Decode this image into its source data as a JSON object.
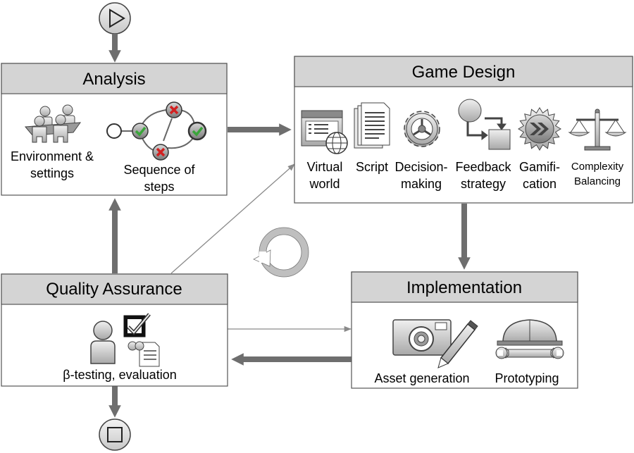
{
  "analysis": {
    "title": "Analysis",
    "env_line1": "Environment &",
    "env_line2": "settings",
    "seq_line1": "Sequence of",
    "seq_line2": "steps"
  },
  "game_design": {
    "title": "Game Design",
    "items": [
      {
        "line1": "Virtual",
        "line2": "world",
        "icon": "virtual-world-icon"
      },
      {
        "line1": "Script",
        "line2": "",
        "icon": "script-icon"
      },
      {
        "line1": "Decision-",
        "line2": "making",
        "icon": "gear-icon"
      },
      {
        "line1": "Feedback",
        "line2": "strategy",
        "icon": "feedback-icon"
      },
      {
        "line1": "Gamifi-",
        "line2": "cation",
        "icon": "gamification-icon"
      },
      {
        "line1": "Complexity",
        "line2": "Balancing",
        "icon": "balance-scale-icon"
      }
    ]
  },
  "implementation": {
    "title": "Implementation",
    "asset": "Asset generation",
    "proto": "Prototyping"
  },
  "quality": {
    "title": "Quality Assurance",
    "testing": "β-testing, evaluation"
  },
  "colors": {
    "header_fill": "#d4d4d4",
    "arrow": "#6e6e6e",
    "check": "#3aa53a",
    "cross": "#d22020"
  }
}
